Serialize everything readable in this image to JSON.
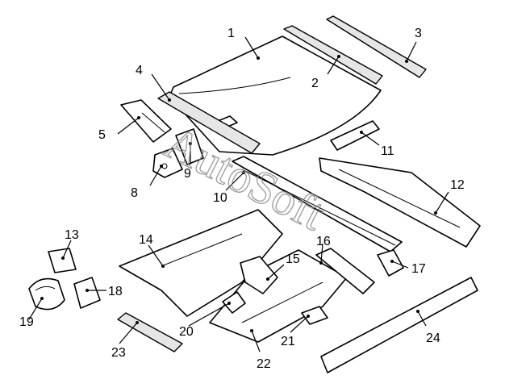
{
  "watermark": "AutoSoft",
  "callouts": [
    "1",
    "2",
    "3",
    "4",
    "5",
    "8",
    "9",
    "10",
    "11",
    "12",
    "13",
    "14",
    "15",
    "16",
    "17",
    "18",
    "19",
    "20",
    "21",
    "22",
    "23",
    "24"
  ]
}
